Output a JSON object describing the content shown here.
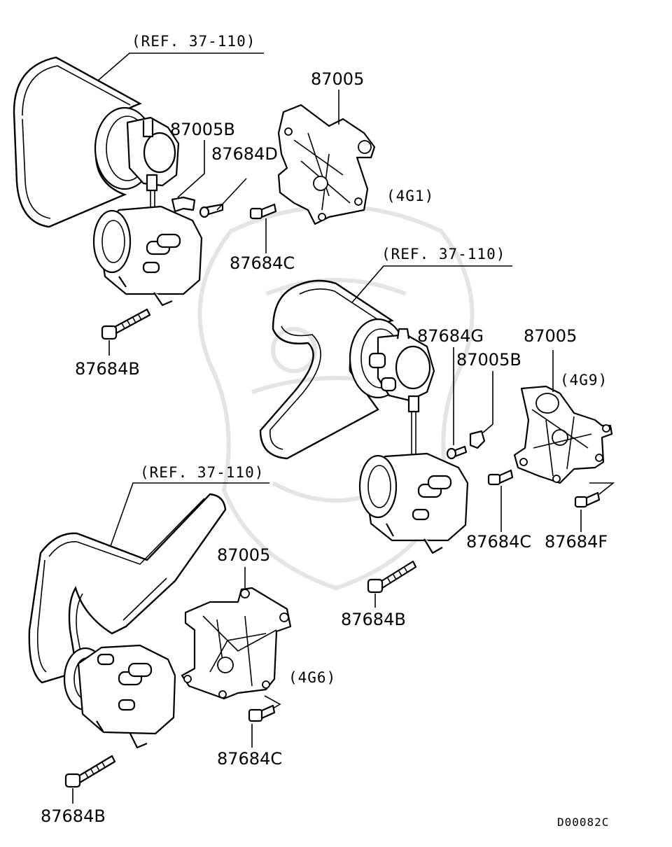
{
  "diagram": {
    "ref_labels": [
      "(REF. 37-110)",
      "(REF. 37-110)",
      "(REF. 37-110)"
    ],
    "engine_labels": {
      "g1": "(4G1)",
      "g9": "(4G9)",
      "g6": "(4G6)"
    },
    "group_4g1": {
      "bracket": "87005",
      "bracket_b": "87005B",
      "bolt_d": "87684D",
      "bolt_c": "87684C",
      "bolt_b": "87684B"
    },
    "group_4g9": {
      "bolt_g": "87684G",
      "bracket": "87005",
      "bracket_b": "87005B",
      "bolt_c": "87684C",
      "bolt_f": "87684F",
      "bolt_b": "87684B"
    },
    "group_4g6": {
      "bracket": "87005",
      "bolt_c": "87684C",
      "bolt_b": "87684B"
    },
    "diagram_code": "D00082C"
  }
}
